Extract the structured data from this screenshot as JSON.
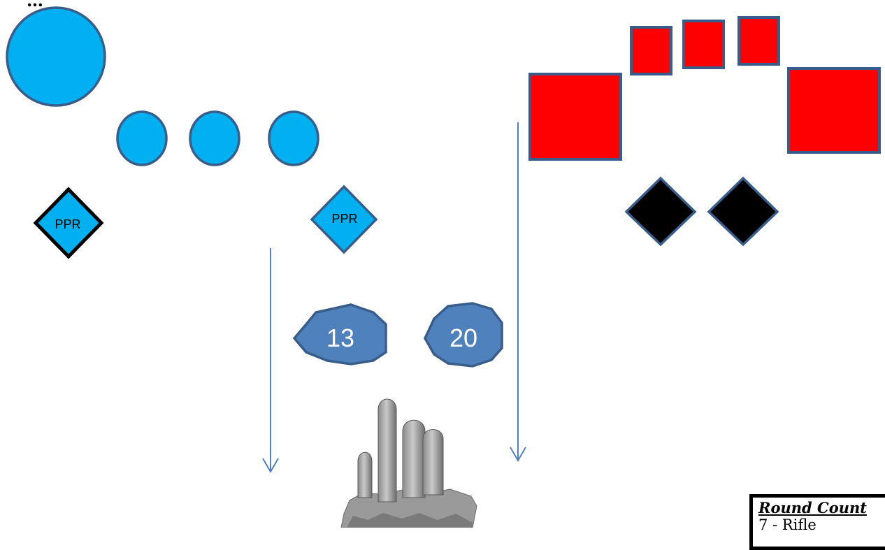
{
  "top_text": "…",
  "colors": {
    "blue_fill": "#00B0F0",
    "outline": "#385D8A",
    "red_fill": "#FF0000",
    "black_fill": "#000000",
    "octagon_fill": "#4F81BD",
    "arrow": "#4F81BD"
  },
  "icons": {
    "large_circle": "circle",
    "small_circles": "circle",
    "ppr_diamonds": "diamond",
    "red_squares": "square",
    "black_diamonds": "diamond",
    "octagons": "octagon",
    "cactus": "cactus-image"
  },
  "ppr_left_label": "PPR",
  "ppr_right_label": "PPR",
  "octagon_left_label": "13",
  "octagon_right_label": "20",
  "round_count": {
    "title": "Round Count",
    "line1": "7 - Rifle"
  }
}
